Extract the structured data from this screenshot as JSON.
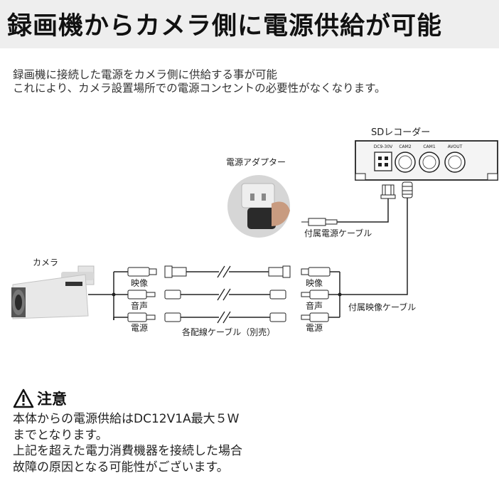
{
  "header": {
    "title": "録画機からカメラ側に電源供給が可能"
  },
  "intro": {
    "line1": "録画機に接続した電源をカメラ側に供給する事が可能",
    "line2": "これにより、カメラ設置場所での電源コンセントの必要性がなくなります。"
  },
  "diagram": {
    "recorder_label": "SDレコーダー",
    "recorder_ports": [
      "DC9-30V",
      "CAM2",
      "CAM1",
      "AVOUT"
    ],
    "adapter_label": "電源アダプター",
    "power_cable_label": "付属電源ケーブル",
    "camera_label": "カメラ",
    "video_cable_label": "付属映像ケーブル",
    "left_connectors": [
      "映像",
      "音声",
      "電源"
    ],
    "right_connectors": [
      "映像",
      "音声",
      "電源"
    ],
    "wiring_label": "各配線ケーブル（別売）"
  },
  "notice": {
    "heading": "注意",
    "icon": "warning-triangle-icon",
    "lines": [
      "本体からの電源供給はDC12V1A最大５W",
      "までとなります。",
      "上記を超えた電力消費機器を接続した場合",
      "故障の原因となる可能性がございます。"
    ]
  }
}
